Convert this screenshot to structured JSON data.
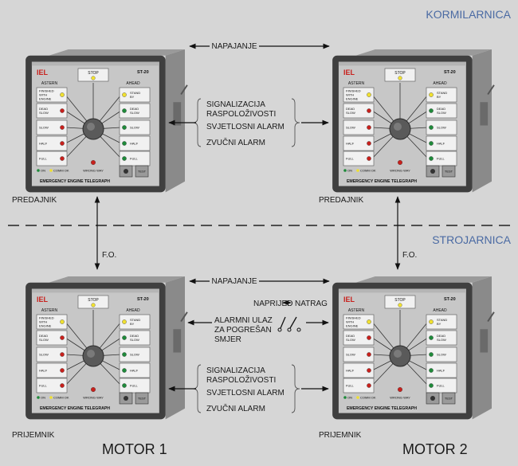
{
  "zones": {
    "top": "KORMILARNICA",
    "bottom": "STROJARNICA"
  },
  "connections": {
    "power": "NAPAJANJE",
    "fiber": "F.O."
  },
  "signals": [
    "SIGNALIZACIJA",
    "RASPOLOŽIVOSTI",
    "SVJETLOSNI ALARM",
    "ZVUČNI ALARM"
  ],
  "alarm_input": [
    "ALARMNI ULAZ",
    "ZA POGREŠAN",
    "SMJER"
  ],
  "switch_labels": {
    "forward": "NAPRIJED",
    "reverse": "NATRAG"
  },
  "roles": {
    "transmitter": "PREDAJNIK",
    "receiver": "PRIJEMNIK"
  },
  "motors": {
    "m1": "MOTOR 1",
    "m2": "MOTOR 2"
  },
  "panel": {
    "brand": "IEL",
    "model": "ST-20",
    "stop": "STOP",
    "astern": "ASTERN",
    "ahead": "AHEAD",
    "left_buttons": [
      "FINISHED WITH ENGINE",
      "DEAD SLOW",
      "SLOW",
      "HALF",
      "FULL"
    ],
    "right_buttons": [
      "STAND BY",
      "DEAD SLOW",
      "SLOW",
      "HALF",
      "FULL"
    ],
    "on": "ON",
    "comm_ok": "COMM OK",
    "wrong_way": "WRONG WAY",
    "footer": "EMERGENCY ENGINE TELEGRAPH",
    "test": "TEST"
  },
  "colors": {
    "led_yellow": "#f0e030",
    "led_red": "#c8201c",
    "led_green": "#1f8a3a",
    "zone_text": "#4a6aa3"
  }
}
